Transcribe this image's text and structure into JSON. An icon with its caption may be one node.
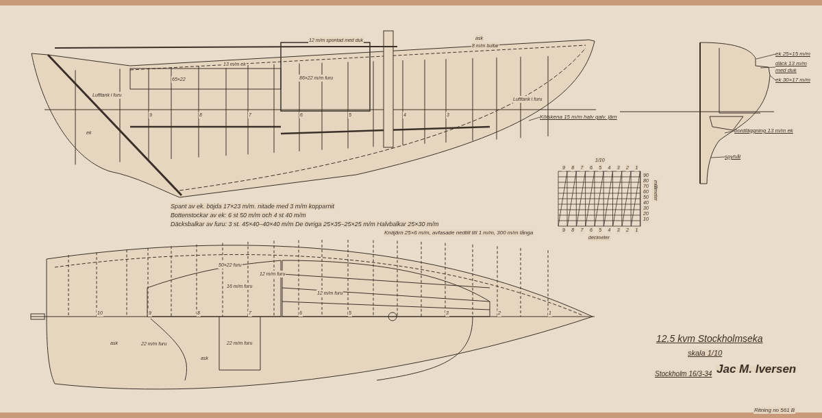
{
  "diagram": {
    "title": "12.5 kvm Stockholmseka",
    "nodes": [
      {
        "text": [
          "ek 25×15 m/m"
        ]
      },
      {
        "text": [
          "däck 13 m/m med duk"
        ]
      },
      {
        "text": [
          "ek 30×17 m/m"
        ]
      },
      {
        "text": [
          "bordläggning 13 m/m ek"
        ]
      },
      {
        "text": [
          "spyhål"
        ]
      },
      {
        "text": [
          "Kölskena 15 m/m halv galv. järn"
        ]
      }
    ],
    "edges": [
      {
        "from": 0,
        "to": null,
        "arrow": "none"
      },
      {
        "from": 1,
        "to": null,
        "arrow": "none"
      },
      {
        "from": 2,
        "to": null,
        "arrow": "none"
      },
      {
        "from": 3,
        "to": null,
        "arrow": "none"
      },
      {
        "from": 4,
        "to": null,
        "arrow": "none"
      },
      {
        "from": 5,
        "to": null,
        "arrow": "none"
      }
    ],
    "labels": [
      "13 m/m ek",
      "65×22",
      "86×22 m/m furu",
      "Lufttank i furu",
      "12 m/m spontad med duk",
      "ask",
      "8 m/m bultar",
      "Lufttank i furu",
      "ek",
      "9",
      "8",
      "7",
      "6",
      "5",
      "4",
      "3",
      "Spant av ek. böjda 17×23 m/m. nitade med 3 m/m kopparnit",
      "Bottenstockar av ek: 6 st 50 m/m och 4 st 40 m/m",
      "Däcksbalkar av furu: 3 st. 45×40–40×40 m/m De övriga 25×35–25×25 m/m Halvbalkar 25×30 m/m",
      "Knäjärn 25×6 m/m, avfasade nedtill till 1 m/m, 300 m/m långa",
      "1/10",
      "9",
      "8",
      "7",
      "6",
      "5",
      "4",
      "3",
      "2",
      "1",
      "90",
      "80",
      "70",
      "60",
      "50",
      "40",
      "30",
      "20",
      "10",
      "9",
      "8",
      "7",
      "6",
      "5",
      "4",
      "3",
      "2",
      "1",
      "decimeter",
      "millimeter",
      "50×22 furu",
      "12 m/m furu",
      "16 m/m furu",
      "12 m/m furu",
      "ask",
      "22 m/m furu",
      "22 m/m furu",
      "ask",
      "10",
      "9",
      "8",
      "7",
      "6",
      "5",
      "3",
      "2",
      "1",
      "skala 1/10",
      "Stockholm 16/3-34",
      "Jac M. Iversen",
      "Ritning no 561 B"
    ]
  }
}
